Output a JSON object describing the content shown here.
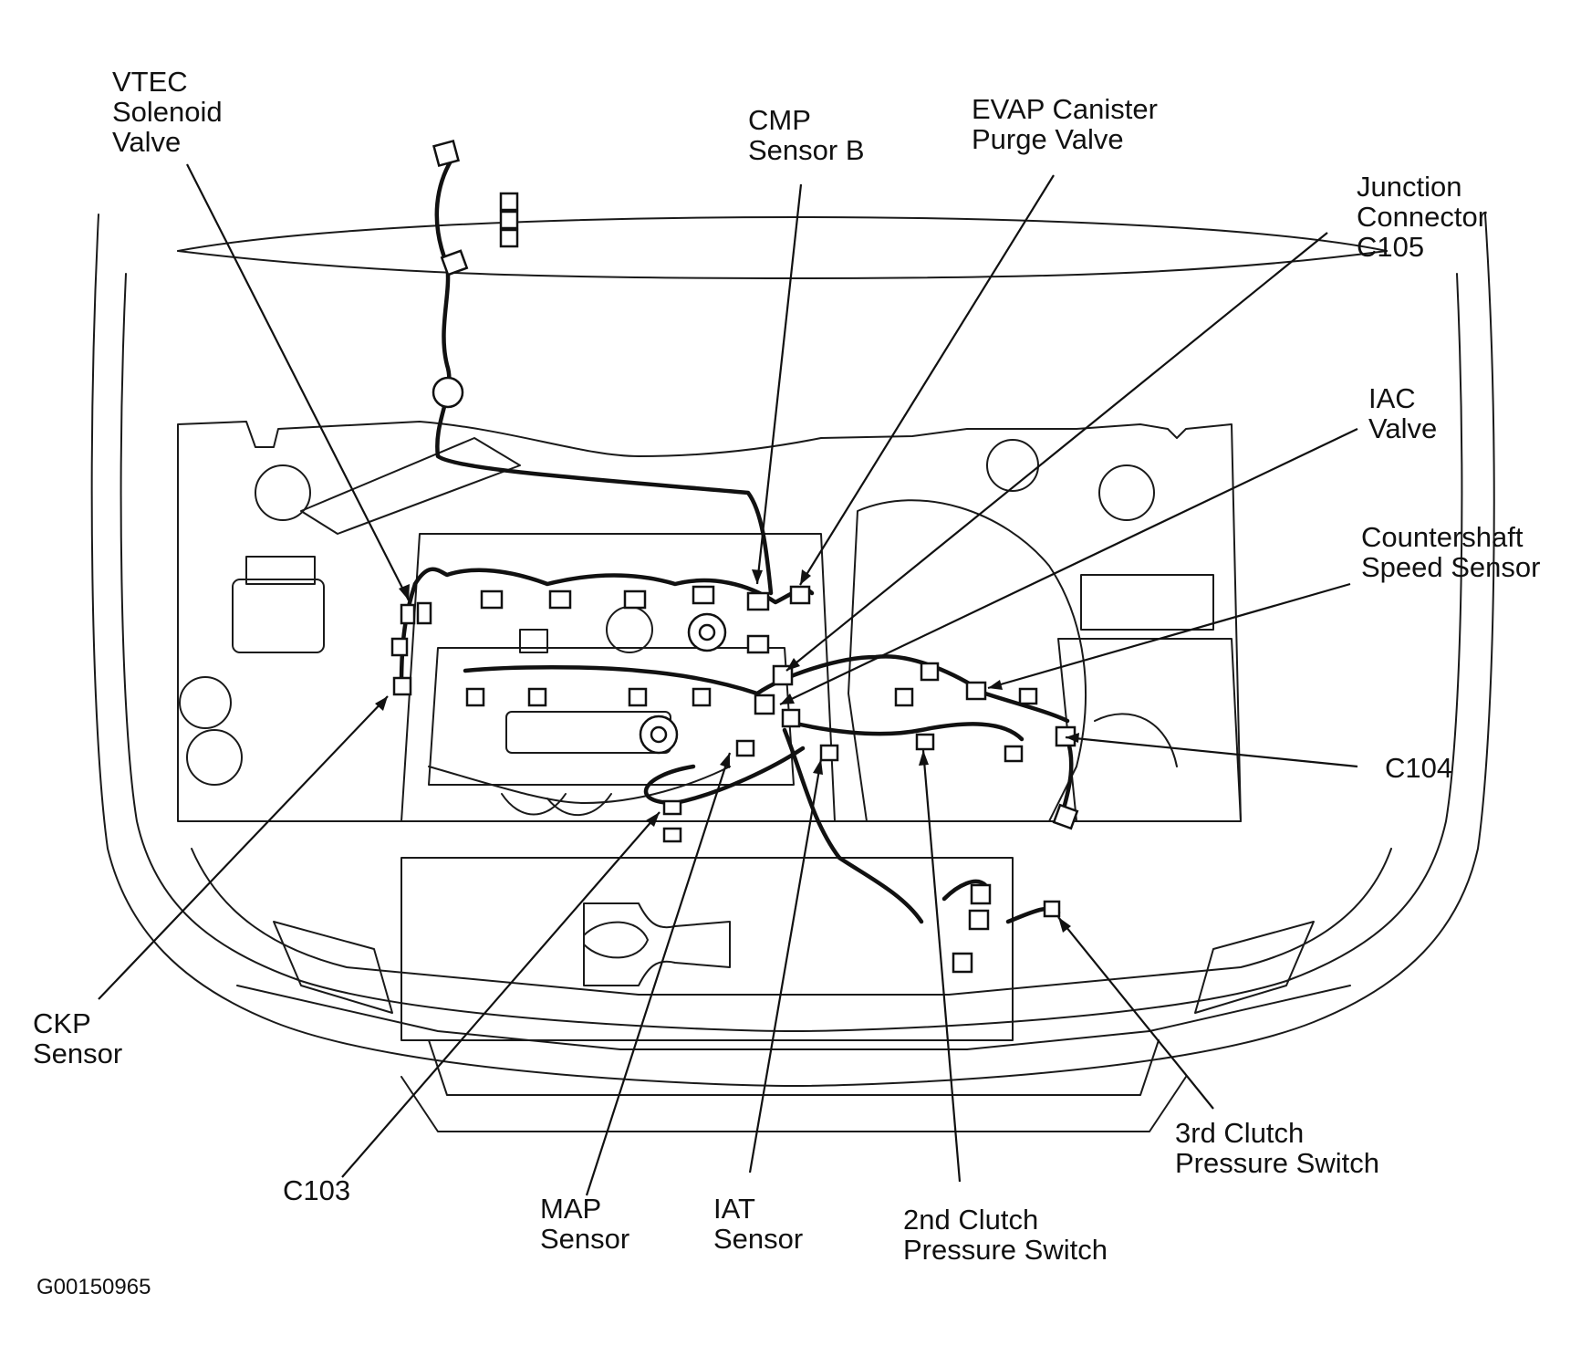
{
  "figure_id": "G00150965",
  "callouts": [
    {
      "id": "vtec",
      "lines": [
        "VTEC",
        "Solenoid",
        "Valve"
      ]
    },
    {
      "id": "cmp",
      "lines": [
        "CMP",
        "Sensor B"
      ]
    },
    {
      "id": "evap",
      "lines": [
        "EVAP Canister",
        "Purge Valve"
      ]
    },
    {
      "id": "c105",
      "lines": [
        "Junction",
        "Connector",
        "C105"
      ]
    },
    {
      "id": "iac",
      "lines": [
        "IAC",
        "Valve"
      ]
    },
    {
      "id": "css",
      "lines": [
        "Countershaft",
        "Speed Sensor"
      ]
    },
    {
      "id": "c104",
      "lines": [
        "C104"
      ]
    },
    {
      "id": "ckp",
      "lines": [
        "CKP",
        "Sensor"
      ]
    },
    {
      "id": "c103",
      "lines": [
        "C103"
      ]
    },
    {
      "id": "map",
      "lines": [
        "MAP",
        "Sensor"
      ]
    },
    {
      "id": "iat",
      "lines": [
        "IAT",
        "Sensor"
      ]
    },
    {
      "id": "clutch2",
      "lines": [
        "2nd Clutch",
        "Pressure Switch"
      ]
    },
    {
      "id": "clutch3",
      "lines": [
        "3rd Clutch",
        "Pressure Switch"
      ]
    }
  ]
}
